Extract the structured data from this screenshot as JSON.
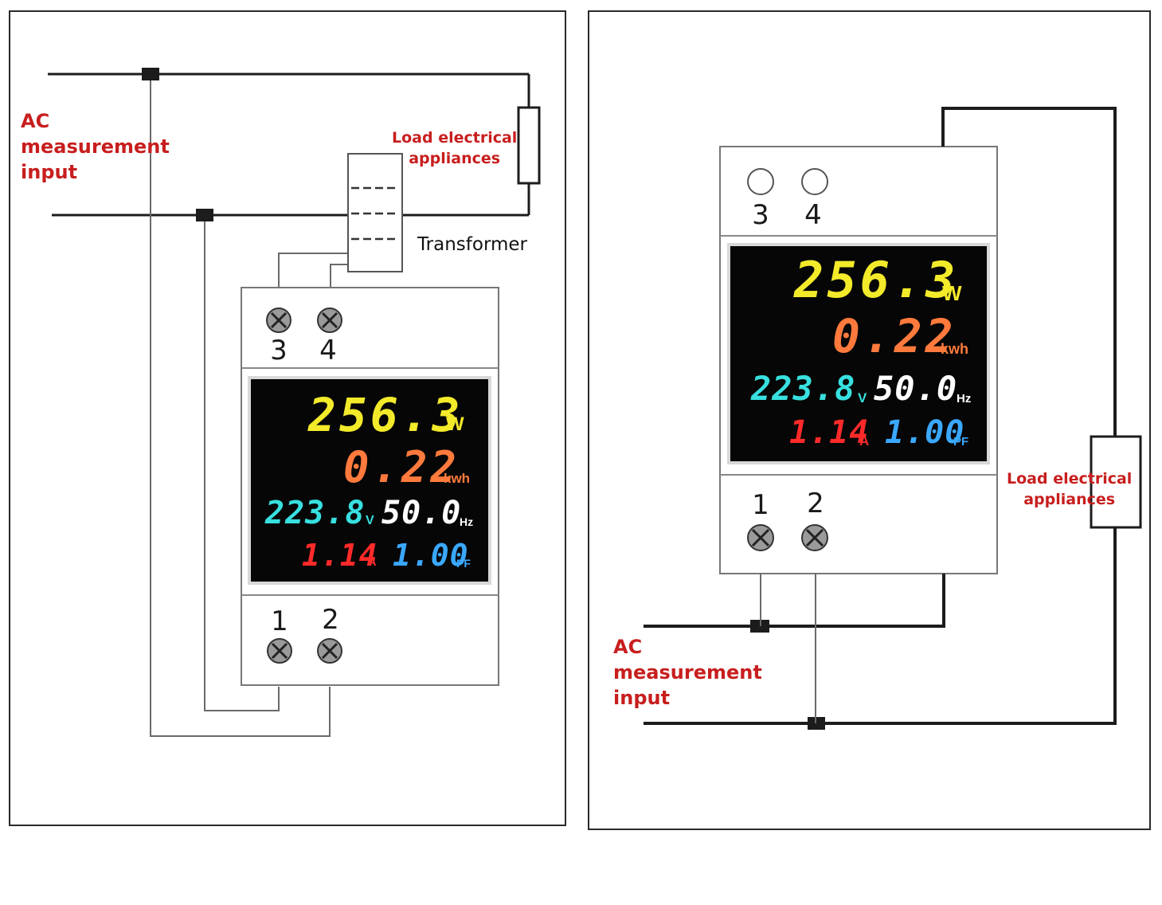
{
  "colors": {
    "wire": "#1c1c1c",
    "thin_wire": "#6a6a6a",
    "label_red": "#c81e1e",
    "power": "#f3ea2a",
    "energy": "#ff7a3c",
    "voltage": "#38e0e0",
    "frequency": "#ffffff",
    "current": "#ff2a2a",
    "power_factor": "#3aa8ff"
  },
  "left_diagram": {
    "ac_input_label": "AC\nmeasurement\ninput",
    "load_label": "Load electrical\nappliances",
    "transformer_label": "Transformer",
    "top_terminals": [
      "3",
      "4"
    ],
    "bottom_terminals": [
      "1",
      "2"
    ],
    "display": {
      "power": "256.3",
      "power_unit": "W",
      "energy": "0.22",
      "energy_unit": "kwh",
      "voltage": "223.8",
      "voltage_unit": "V",
      "frequency": "50.0",
      "frequency_unit": "Hz",
      "current": "1.14",
      "current_unit": "A",
      "power_factor": "1.00",
      "power_factor_unit": "PF"
    }
  },
  "right_diagram": {
    "ac_input_label": "AC\nmeasurement\ninput",
    "load_label": "Load electrical\nappliances",
    "top_terminals": [
      "3",
      "4"
    ],
    "bottom_terminals": [
      "1",
      "2"
    ],
    "display": {
      "power": "256.3",
      "power_unit": "W",
      "energy": "0.22",
      "energy_unit": "kwh",
      "voltage": "223.8",
      "voltage_unit": "V",
      "frequency": "50.0",
      "frequency_unit": "Hz",
      "current": "1.14",
      "current_unit": "A",
      "power_factor": "1.00",
      "power_factor_unit": "PF"
    }
  }
}
